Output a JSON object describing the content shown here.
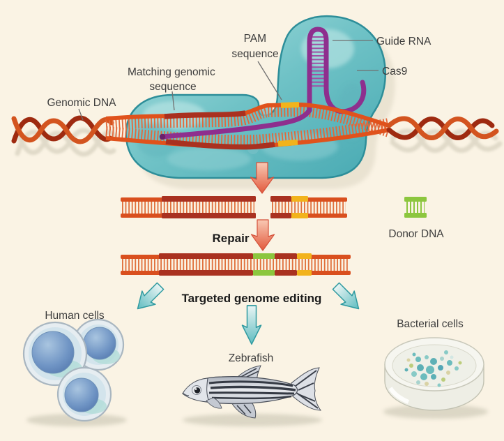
{
  "figure": {
    "type": "scientific-diagram",
    "subject": "CRISPR-Cas9 targeted genome editing"
  },
  "labels": {
    "genomic_dna": "Genomic DNA",
    "matching_genomic_sequence_line1": "Matching genomic",
    "matching_genomic_sequence_line2": "sequence",
    "pam_sequence_line1": "PAM",
    "pam_sequence_line2": "sequence",
    "guide_rna": "Guide RNA",
    "cas9": "Cas9",
    "repair": "Repair",
    "donor_dna": "Donor DNA",
    "targeted_genome_editing": "Targeted genome editing",
    "human_cells": "Human cells",
    "zebrafish": "Zebrafish",
    "bacterial_cells": "Bacterial cells"
  },
  "palette": {
    "background": "#FAF3E4",
    "cas9_protein": "#5FB7BE",
    "dna_strand": "#E0521C",
    "dna_dark_segment": "#A93120",
    "pam_segment": "#F2B31C",
    "donor_dna_segment": "#8CC63E",
    "guide_rna_strand": "#8E2F8E",
    "process_arrow": "#E8745A",
    "outcome_arrow": "#7CC8CA",
    "label_text": "#3C3C3C"
  }
}
